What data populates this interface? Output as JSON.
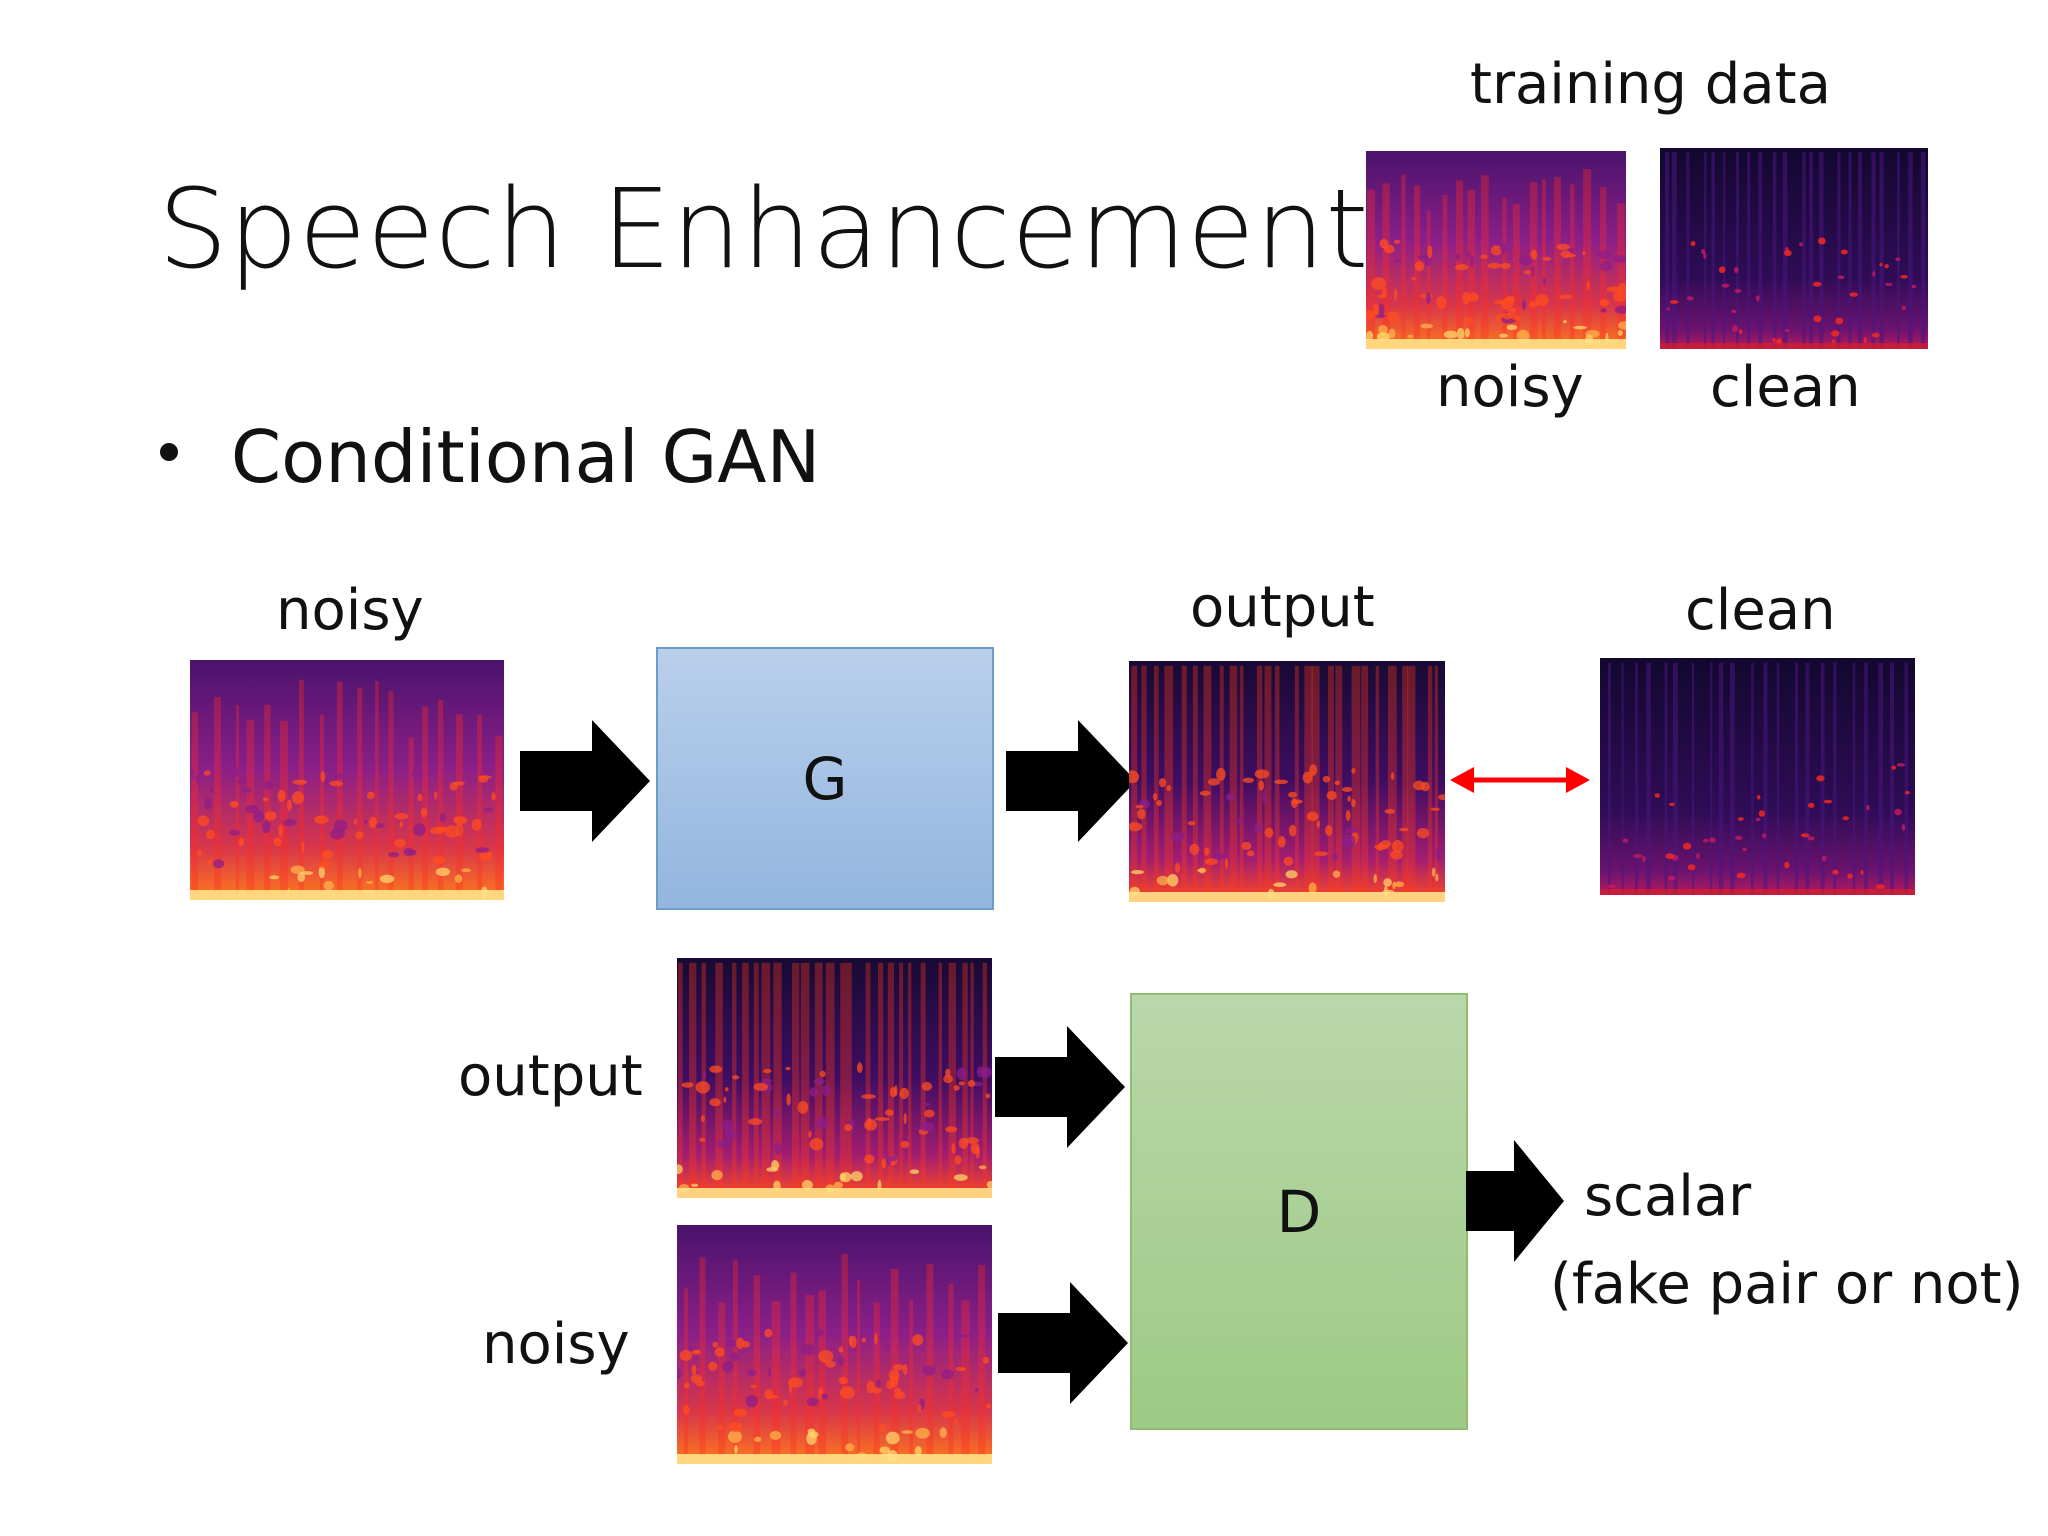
{
  "title": "Speech Enhancement",
  "bullet": "Conditional GAN",
  "training_data": {
    "heading": "training data",
    "noisy_label": "noisy",
    "clean_label": "clean"
  },
  "generator_row": {
    "input_label": "noisy",
    "block_label": "G",
    "output_label": "output",
    "target_label": "clean"
  },
  "discriminator_row": {
    "input_output_label": "output",
    "input_noisy_label": "noisy",
    "block_label": "D",
    "result_label_1": "scalar",
    "result_label_2": "(fake pair or not)"
  },
  "colors": {
    "spec_dark": "#2a0845",
    "spec_mid": "#8d1d8a",
    "spec_hot": "#ff4d1f",
    "spec_bright": "#ffd56a",
    "g_fill": "#a9c5e8",
    "d_fill": "#a9d08f",
    "arrow": "#000000",
    "compare_arrow": "#ff0000"
  },
  "icons": {
    "flow_arrow": "right-arrow-icon",
    "compare_arrow": "double-arrow-icon"
  }
}
